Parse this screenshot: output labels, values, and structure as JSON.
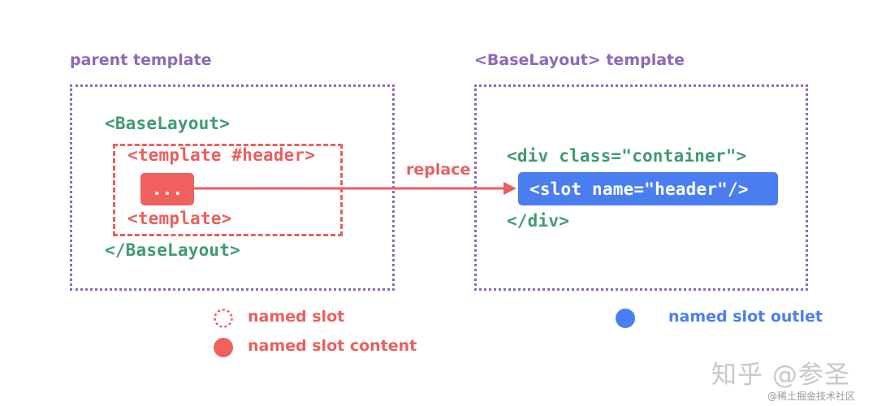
{
  "parent": {
    "title": "parent template",
    "open_tag": "<BaseLayout>",
    "slot_open_tag": "<template #header>",
    "slot_content": "...",
    "slot_close_tag": "<template>",
    "close_tag": "</BaseLayout>"
  },
  "arrow_label": "replace",
  "base_layout": {
    "title": "<BaseLayout> template",
    "open_div": "<div class=\"container\">",
    "slot_outlet": "<slot name=\"header\"/>",
    "close_div": "</div>"
  },
  "legend": {
    "named_slot": "named slot",
    "named_slot_content": "named slot content",
    "named_slot_outlet": "named slot outlet"
  },
  "watermark": {
    "main": "知乎 @参圣",
    "sub": "@稀土掘金技术社区"
  },
  "colors": {
    "purple": "#8e68b8",
    "green": "#3f9b72",
    "red": "#e9605e",
    "blue": "#4a7ef0"
  }
}
